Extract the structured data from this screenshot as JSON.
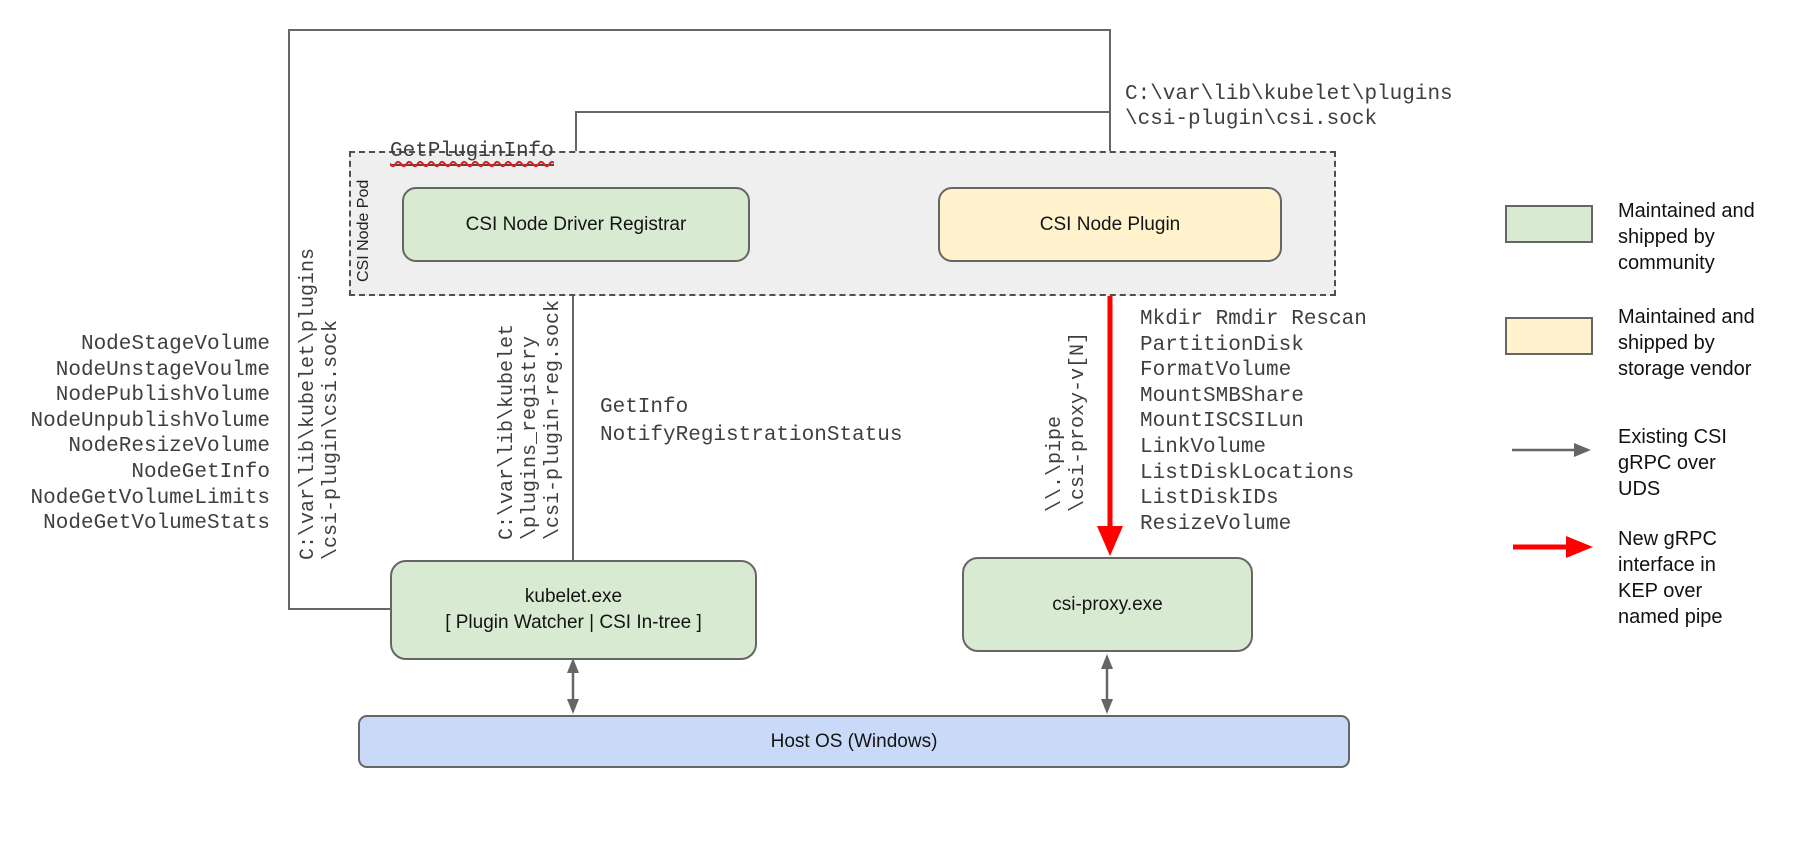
{
  "colors": {
    "community_green": "#d9ead3",
    "vendor_yellow": "#fff2cc",
    "host_blue": "#c9daf8",
    "pod_gray": "#efefef",
    "line_gray": "#666666",
    "new_interface_red": "#ff0000"
  },
  "pod": {
    "label": "CSI Node Pod"
  },
  "nodes": {
    "registrar": {
      "label": "CSI Node Driver Registrar"
    },
    "plugin": {
      "label": "CSI Node Plugin"
    },
    "kubelet": {
      "line1": "kubelet.exe",
      "line2": "[ Plugin Watcher | CSI In-tree ]"
    },
    "csi_proxy": {
      "label": "csi-proxy.exe"
    },
    "host_os": {
      "label": "Host OS (Windows)"
    }
  },
  "edge_labels": {
    "get_plugin_info": "GetPluginInfo",
    "csi_sock_horizontal": [
      "C:\\var\\lib\\kubelet\\plugins",
      "\\csi-plugin\\csi.sock"
    ],
    "csi_sock_vertical": [
      "C:\\var\\lib\\kubelet\\plugins",
      "\\csi-plugin\\csi.sock"
    ],
    "registration_sock": [
      "C:\\var\\lib\\kubelet",
      "\\plugins_registry",
      "\\csi-plugin-reg.sock"
    ],
    "named_pipe": [
      "\\\\.\\pipe",
      "\\csi-proxy-v[N]"
    ],
    "node_service_methods": [
      "NodeStageVolume",
      "NodeUnstageVoulme",
      "NodePublishVolume",
      "NodeUnpublishVolume",
      "NodeResizeVolume",
      "NodeGetInfo",
      "NodeGetVolumeLimits",
      "NodeGetVolumeStats"
    ],
    "registration_methods": [
      "GetInfo",
      "NotifyRegistrationStatus"
    ],
    "proxy_methods": [
      "Mkdir Rmdir Rescan",
      "PartitionDisk",
      "FormatVolume",
      "MountSMBShare",
      "MountISCSILun",
      "LinkVolume",
      "ListDiskLocations",
      "ListDiskIDs",
      "ResizeVolume"
    ]
  },
  "legend": {
    "items": [
      {
        "swatch": "community-box",
        "lines": [
          "Maintained and",
          "shipped by",
          "community"
        ]
      },
      {
        "swatch": "vendor-box",
        "lines": [
          "Maintained and",
          "shipped by",
          "storage vendor"
        ]
      },
      {
        "swatch": "gray-arrow",
        "lines": [
          "Existing CSI",
          "gRPC over",
          "UDS"
        ]
      },
      {
        "swatch": "red-arrow",
        "lines": [
          "New gRPC",
          "interface in",
          "KEP over",
          "named pipe"
        ]
      }
    ]
  }
}
